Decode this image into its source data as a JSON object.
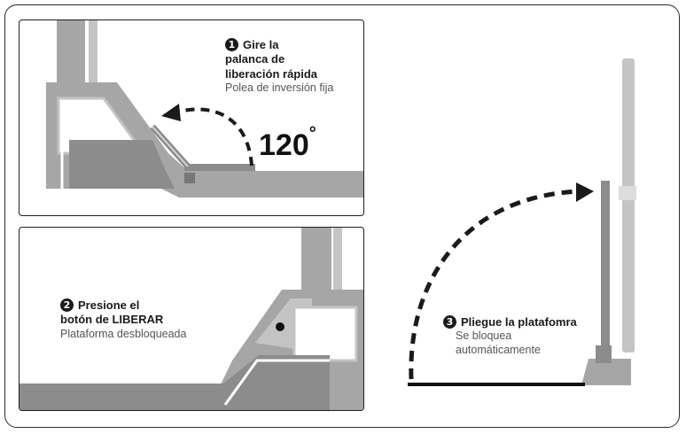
{
  "steps": [
    {
      "number": "1",
      "title": "Gire la\npalanca de\nliberación rápida",
      "subtitle": "Polea de inversión fija"
    },
    {
      "number": "2",
      "title": "Presione el\nbotón de LIBERAR",
      "subtitle": "Plataforma desbloqueada"
    },
    {
      "number": "3",
      "title": "Pliegue la platafomra",
      "subtitle": "Se bloquea\nautomáticamente"
    }
  ],
  "angle": {
    "value": "120",
    "unit": "°"
  },
  "colors": {
    "part_dark": "#8c8c8c",
    "part_mid": "#a6a6a6",
    "part_light": "#c4c4c4",
    "outline": "#1f1f1f",
    "arrow": "#1a1a1a"
  }
}
